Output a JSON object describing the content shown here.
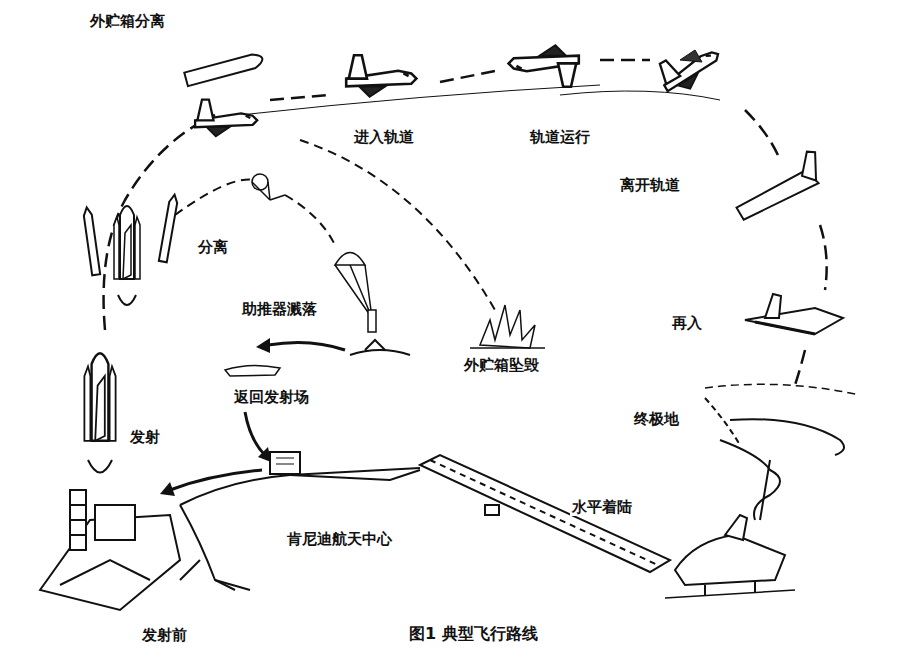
{
  "diagram": {
    "caption": "图1 典型飞行路线",
    "labels": [
      "外贮箱分离",
      "进入轨道",
      "轨道运行",
      "离开轨道",
      "分离",
      "助推器溅落",
      "外贮箱坠毁",
      "再入",
      "返回发射场",
      "发射",
      "终极地",
      "水平着陆",
      "肯尼迪航天中心",
      "发射前"
    ]
  }
}
